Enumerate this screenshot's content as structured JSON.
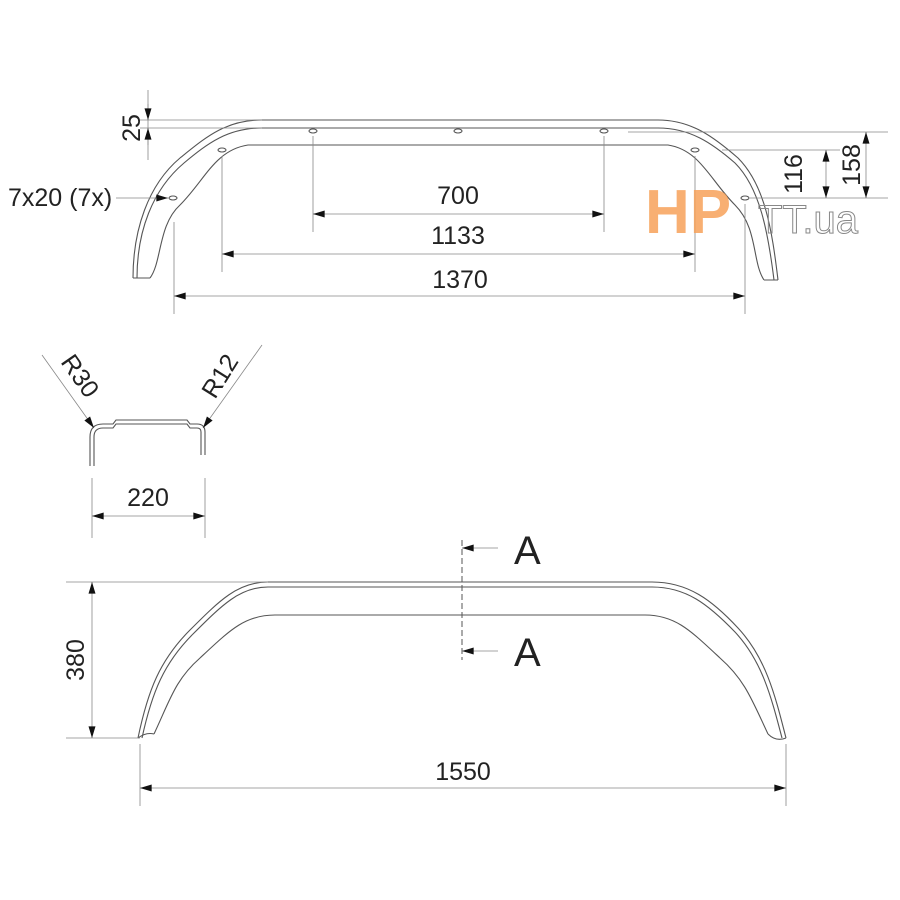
{
  "logo": {
    "part1": "HP",
    "part2": "TT.ua",
    "accent": "#f7a25a"
  },
  "top_view": {
    "dim_25": "25",
    "holes_label": "7x20 (7x)",
    "dim_700": "700",
    "dim_1133": "1133",
    "dim_1370": "1370",
    "dim_116": "116",
    "dim_158": "158"
  },
  "section": {
    "radius_left": "R30",
    "radius_right": "R12",
    "dim_220": "220"
  },
  "side_view": {
    "section_mark_top": "A",
    "section_mark_bottom": "A",
    "dim_380": "380",
    "dim_1550": "1550"
  }
}
